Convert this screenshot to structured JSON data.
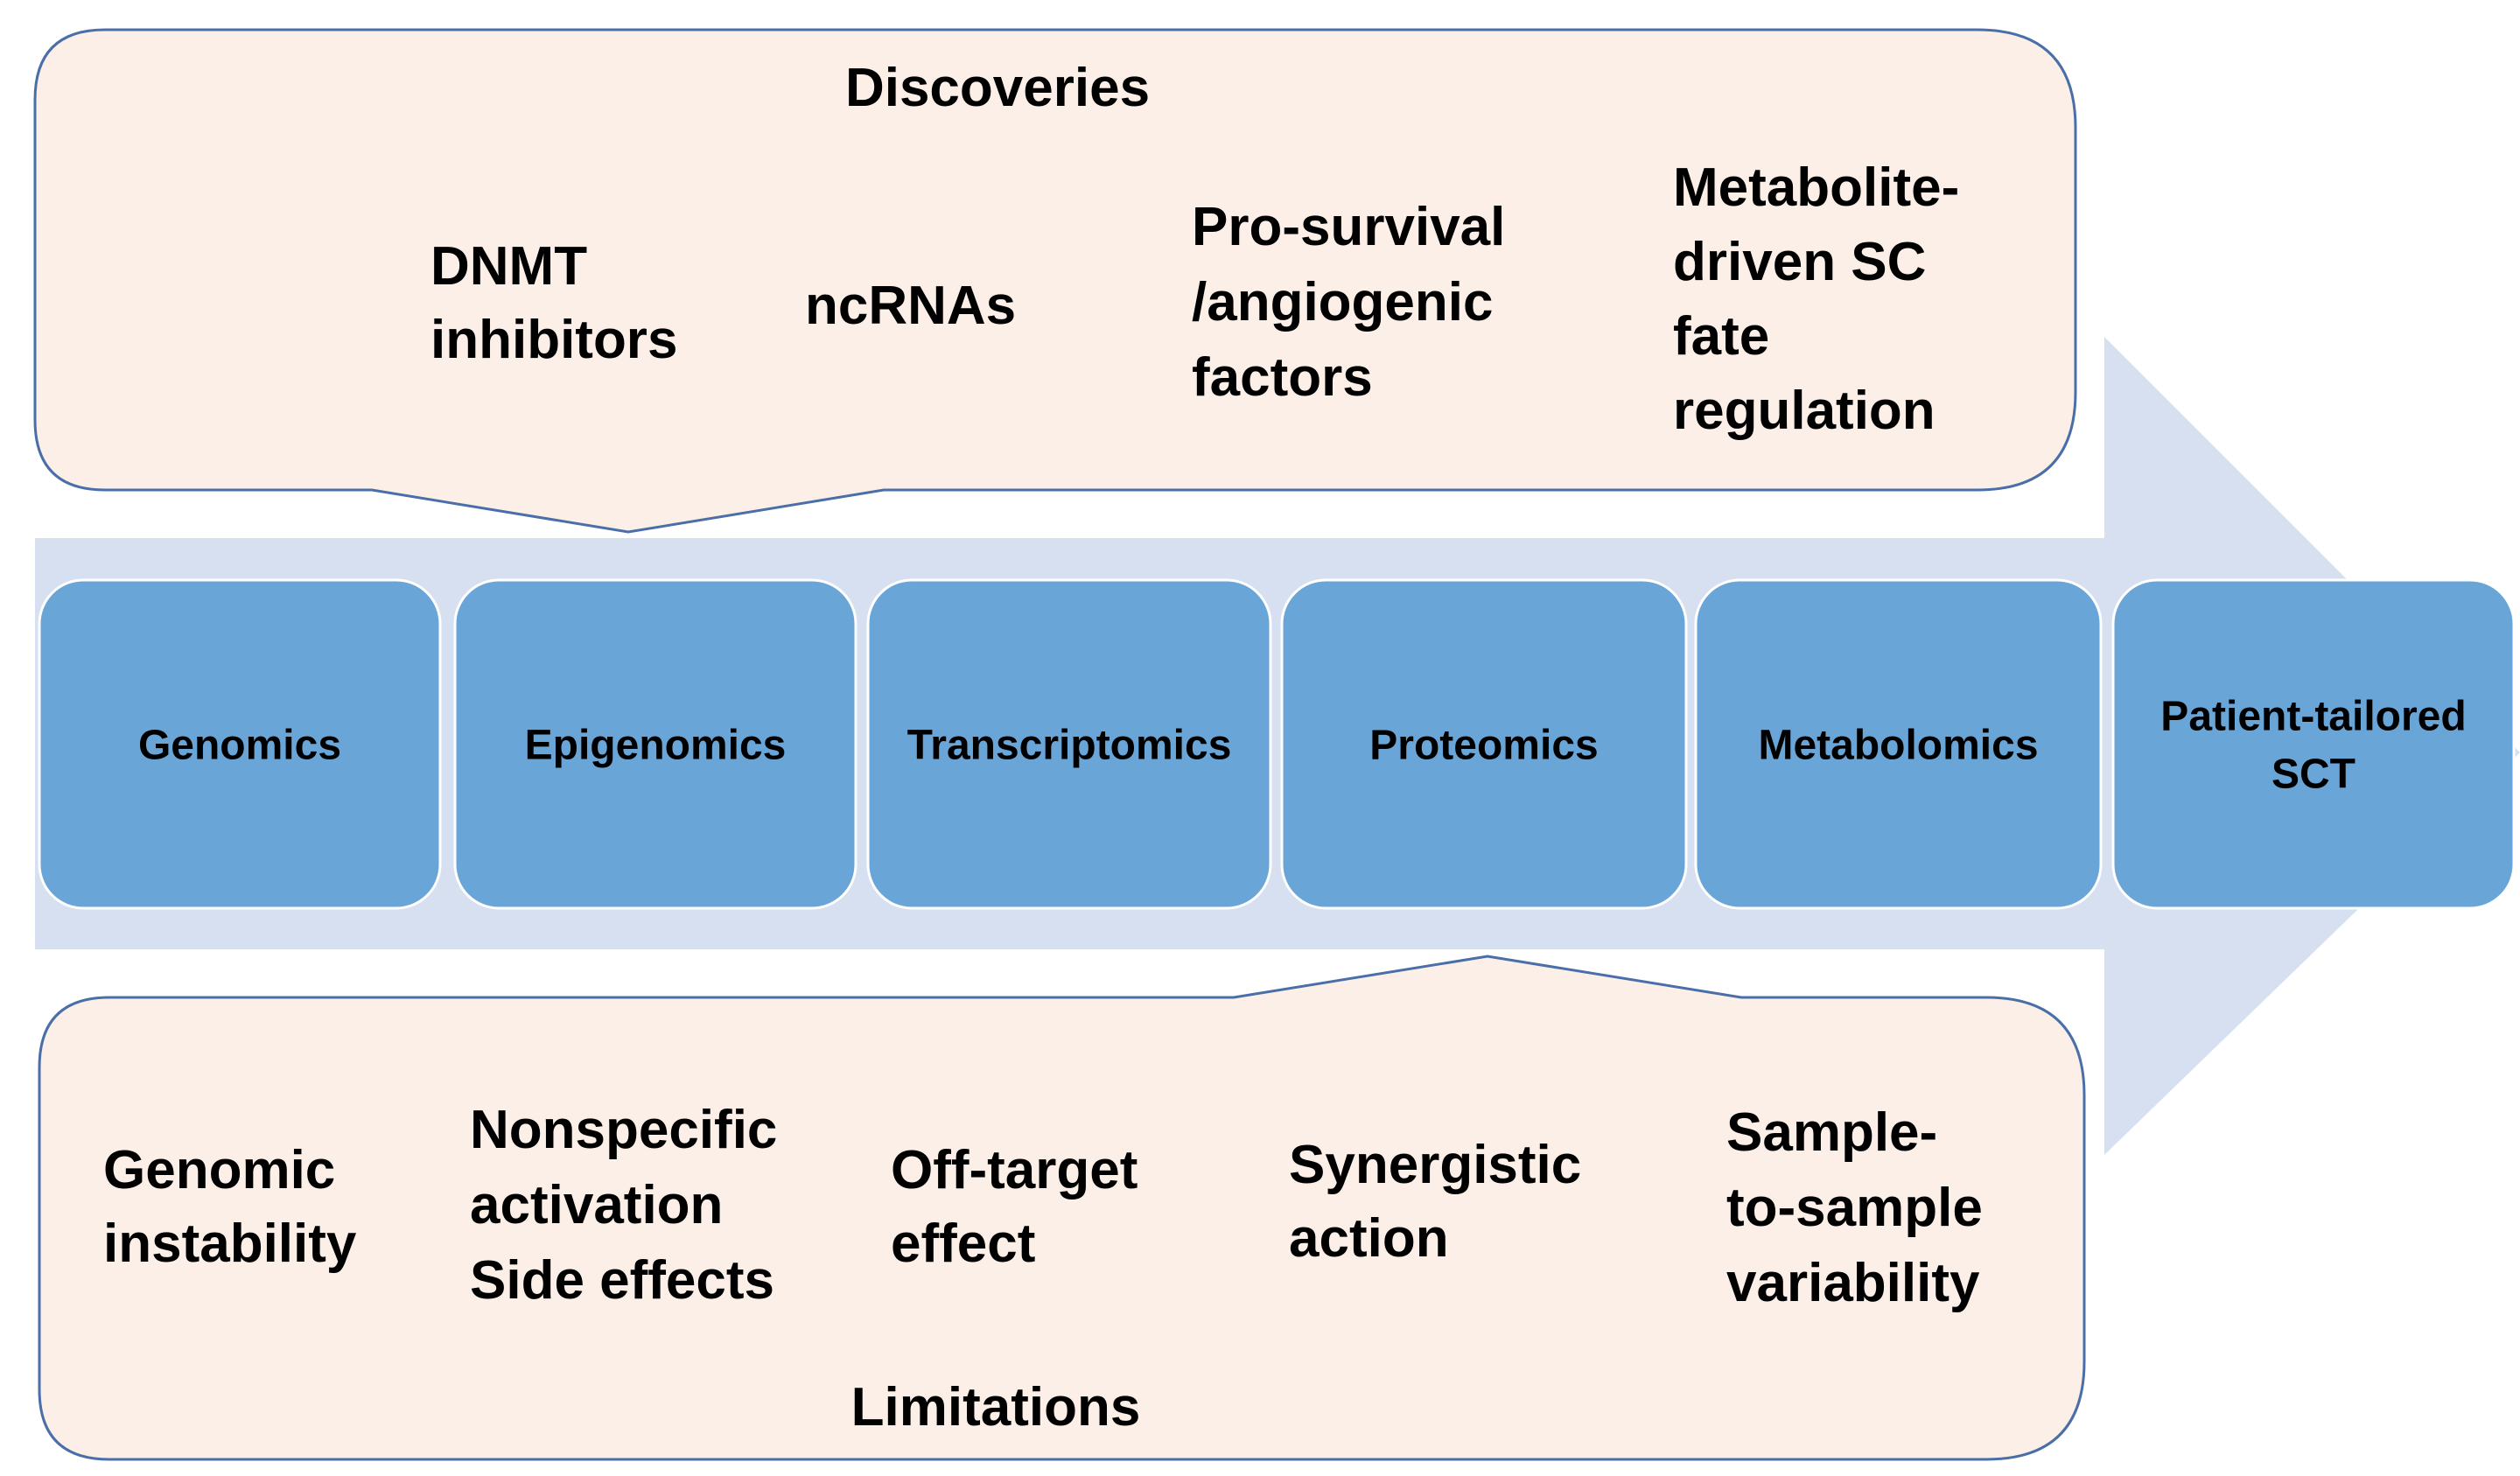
{
  "colors": {
    "arrow": "#d6e0f1",
    "stage_fill": "#6aa5d8",
    "stage_stroke": "#ffffff",
    "callout_fill": "#fcefe8",
    "callout_stroke": "#4a6fa8",
    "text": "#000000"
  },
  "discoveries": {
    "title": "Discoveries",
    "items": [
      {
        "lines": [
          "DNMT",
          "inhibitors"
        ]
      },
      {
        "lines": [
          "ncRNAs"
        ]
      },
      {
        "lines": [
          "Pro-survival",
          "/angiogenic",
          "factors"
        ]
      },
      {
        "lines": [
          "Metabolite-",
          "driven SC",
          "fate",
          "regulation"
        ]
      }
    ]
  },
  "stages": [
    {
      "lines": [
        "Genomics"
      ]
    },
    {
      "lines": [
        "Epigenomics"
      ]
    },
    {
      "lines": [
        "Transcriptomics"
      ]
    },
    {
      "lines": [
        "Proteomics"
      ]
    },
    {
      "lines": [
        "Metabolomics"
      ]
    },
    {
      "lines": [
        "Patient-tailored",
        "SCT"
      ]
    }
  ],
  "limitations": {
    "title": "Limitations",
    "items": [
      {
        "lines": [
          "Genomic",
          "instability"
        ]
      },
      {
        "lines": [
          "Nonspecific",
          "activation",
          "Side effects"
        ]
      },
      {
        "lines": [
          "Off-target",
          "effect"
        ]
      },
      {
        "lines": [
          "Synergistic",
          "action"
        ]
      },
      {
        "lines": [
          "Sample-",
          "to-sample",
          "variability"
        ]
      }
    ]
  }
}
